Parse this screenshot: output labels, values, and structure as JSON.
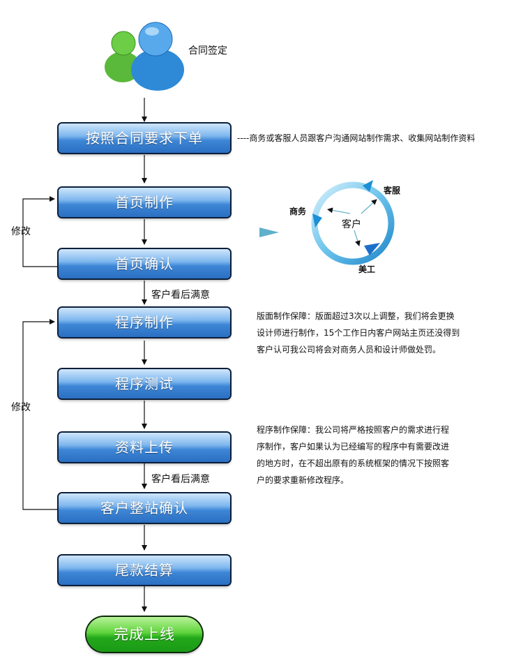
{
  "contract_label": "合同签定",
  "steps": [
    "按照合同要求下单",
    "首页制作",
    "首页确认",
    "程序制作",
    "程序测试",
    "资料上传",
    "客户整站确认",
    "尾款结算"
  ],
  "final_step": "完成上线",
  "order_note": "----商务或客服人员跟客户沟通网站制作需求、收集网站制作资料",
  "loop_labels": {
    "homepage_loop": "修改",
    "program_loop": "修改"
  },
  "satisfied_labels": [
    "客户看后满意",
    "客户看后满意"
  ],
  "cycle": {
    "center": "客户",
    "service": "客服",
    "business": "商务",
    "designer": "美工"
  },
  "guarantees": {
    "homepage": [
      "版面制作保障：版面超过3次以上调整，我们将会更换",
      "设计师进行制作，15个工作日内客户网站主页还没得到",
      "客户认可我公司将会对商务人员和设计师做处罚。"
    ],
    "program": [
      "程序制作保障：我公司将严格按照客户的需求进行程",
      "序制作，客户如果认为已经编写的程序中有需要改进",
      "的地方时，在不超出原有的系统框架的情况下按照客",
      "户的要求重新修改程序。"
    ]
  }
}
